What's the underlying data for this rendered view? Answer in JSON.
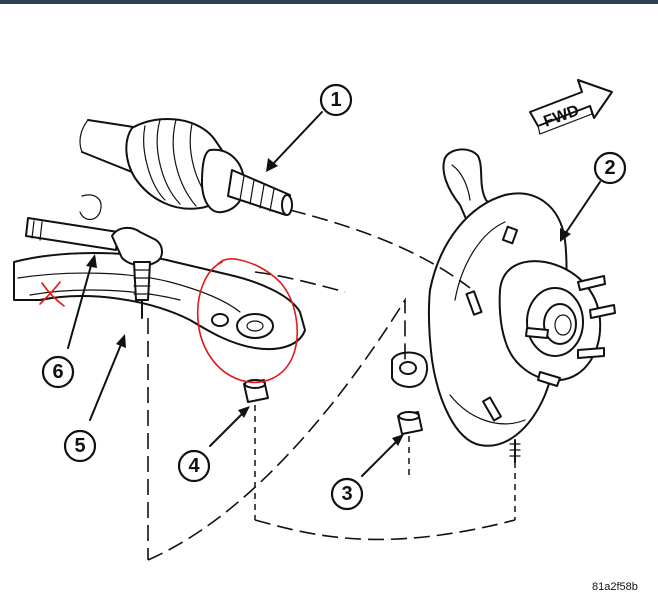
{
  "callouts": [
    {
      "id": 1,
      "label": "1"
    },
    {
      "id": 2,
      "label": "2"
    },
    {
      "id": 3,
      "label": "3"
    },
    {
      "id": 4,
      "label": "4"
    },
    {
      "id": 5,
      "label": "5"
    },
    {
      "id": 6,
      "label": "6"
    }
  ],
  "fwd_label": "FWD",
  "figure_code": "81a2f58b",
  "annotation_mark": "X",
  "colors": {
    "ink": "#111111",
    "annotation": "#e31818",
    "topbar": "#2d3e55"
  }
}
